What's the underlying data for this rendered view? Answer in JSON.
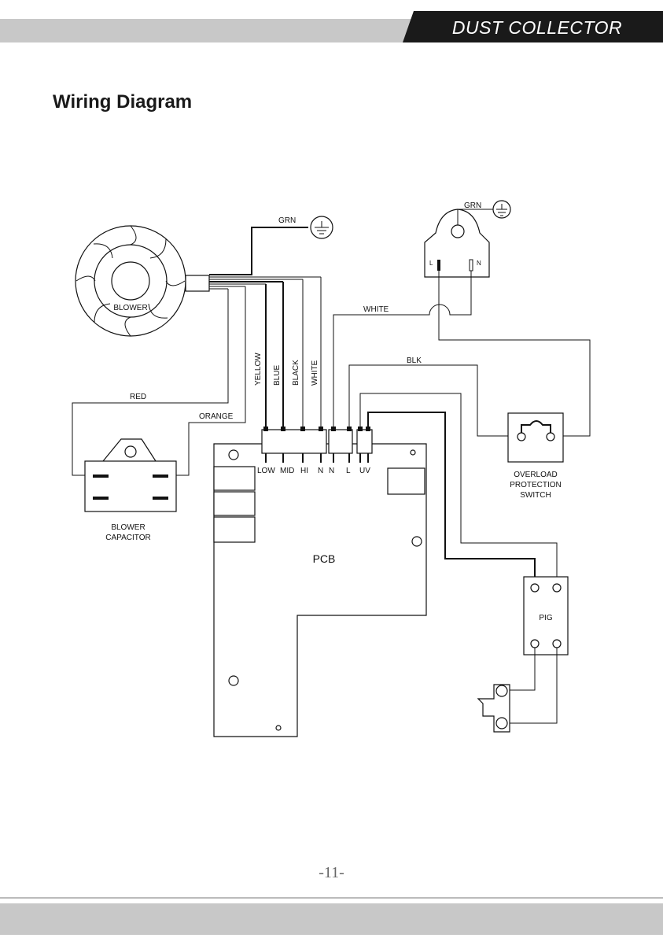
{
  "header": {
    "title": "DUST  COLLECTOR"
  },
  "page": {
    "heading": "Wiring Diagram",
    "number": "-11-"
  },
  "diagram": {
    "components": {
      "blower": "BLOWER",
      "pcb": "PCB",
      "pig": "PIG",
      "capacitor_line1": "BLOWER",
      "capacitor_line2": "CAPACITOR",
      "overload_line1": "OVERLOAD",
      "overload_line2": "PROTECTION",
      "overload_line3": "SWITCH"
    },
    "wires": {
      "grn_blower": "GRN",
      "grn_plug": "GRN",
      "white_main": "WHITE",
      "blk": "BLK",
      "red": "RED",
      "orange": "ORANGE",
      "yellow": "YELLOW",
      "blue": "BLUE",
      "black": "BLACK",
      "white_speed": "WHITE"
    },
    "plug_pins": {
      "l": "L",
      "n": "N"
    },
    "pcb_terminals": {
      "low": "LOW",
      "mid": "MID",
      "hi": "HI",
      "n1": "N",
      "n2": "N",
      "l": "L",
      "uv": "UV"
    },
    "icons": [
      "ground-icon",
      "blower-fan-icon",
      "power-plug-icon"
    ]
  }
}
